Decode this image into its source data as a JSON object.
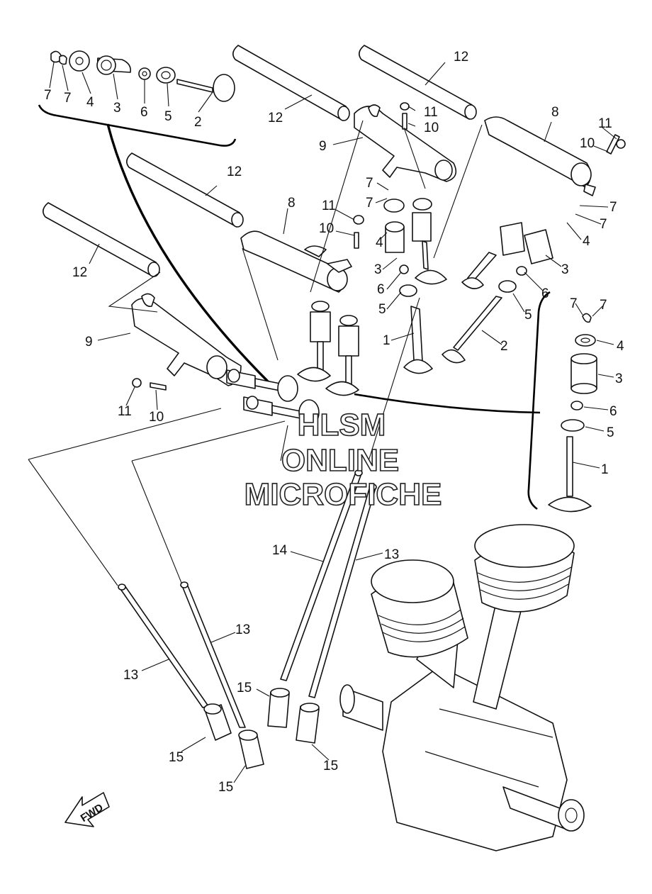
{
  "watermark": {
    "line1": "HLSM",
    "line2": "ONLINE",
    "line3": "MICROFICHE"
  },
  "direction_arrow": {
    "label": "FWD",
    "icon": "fwd-arrow-icon"
  },
  "callouts": {
    "c01": "7",
    "c02": "7",
    "c03": "4",
    "c04": "3",
    "c05": "6",
    "c06": "5",
    "c07": "2",
    "c08": "12",
    "c09": "12",
    "c10": "12",
    "c11": "12",
    "c12": "11",
    "c13": "10",
    "c14": "9",
    "c15": "8",
    "c16": "11",
    "c17": "10",
    "c18": "8",
    "c19": "7",
    "c20": "7",
    "c21": "4",
    "c22": "3",
    "c23": "6",
    "c24": "5",
    "c25": "1",
    "c26": "7",
    "c27": "7",
    "c28": "4",
    "c29": "3",
    "c30": "6",
    "c31": "5",
    "c32": "2",
    "c33": "9",
    "c34": "11",
    "c35": "10",
    "c36": "7",
    "c37": "7",
    "c38": "4",
    "c39": "3",
    "c40": "6",
    "c41": "5",
    "c42": "1",
    "c43": "14",
    "c44": "13",
    "c45": "13",
    "c46": "13",
    "c47": "15",
    "c48": "15",
    "c49": "15",
    "c50": "15"
  }
}
